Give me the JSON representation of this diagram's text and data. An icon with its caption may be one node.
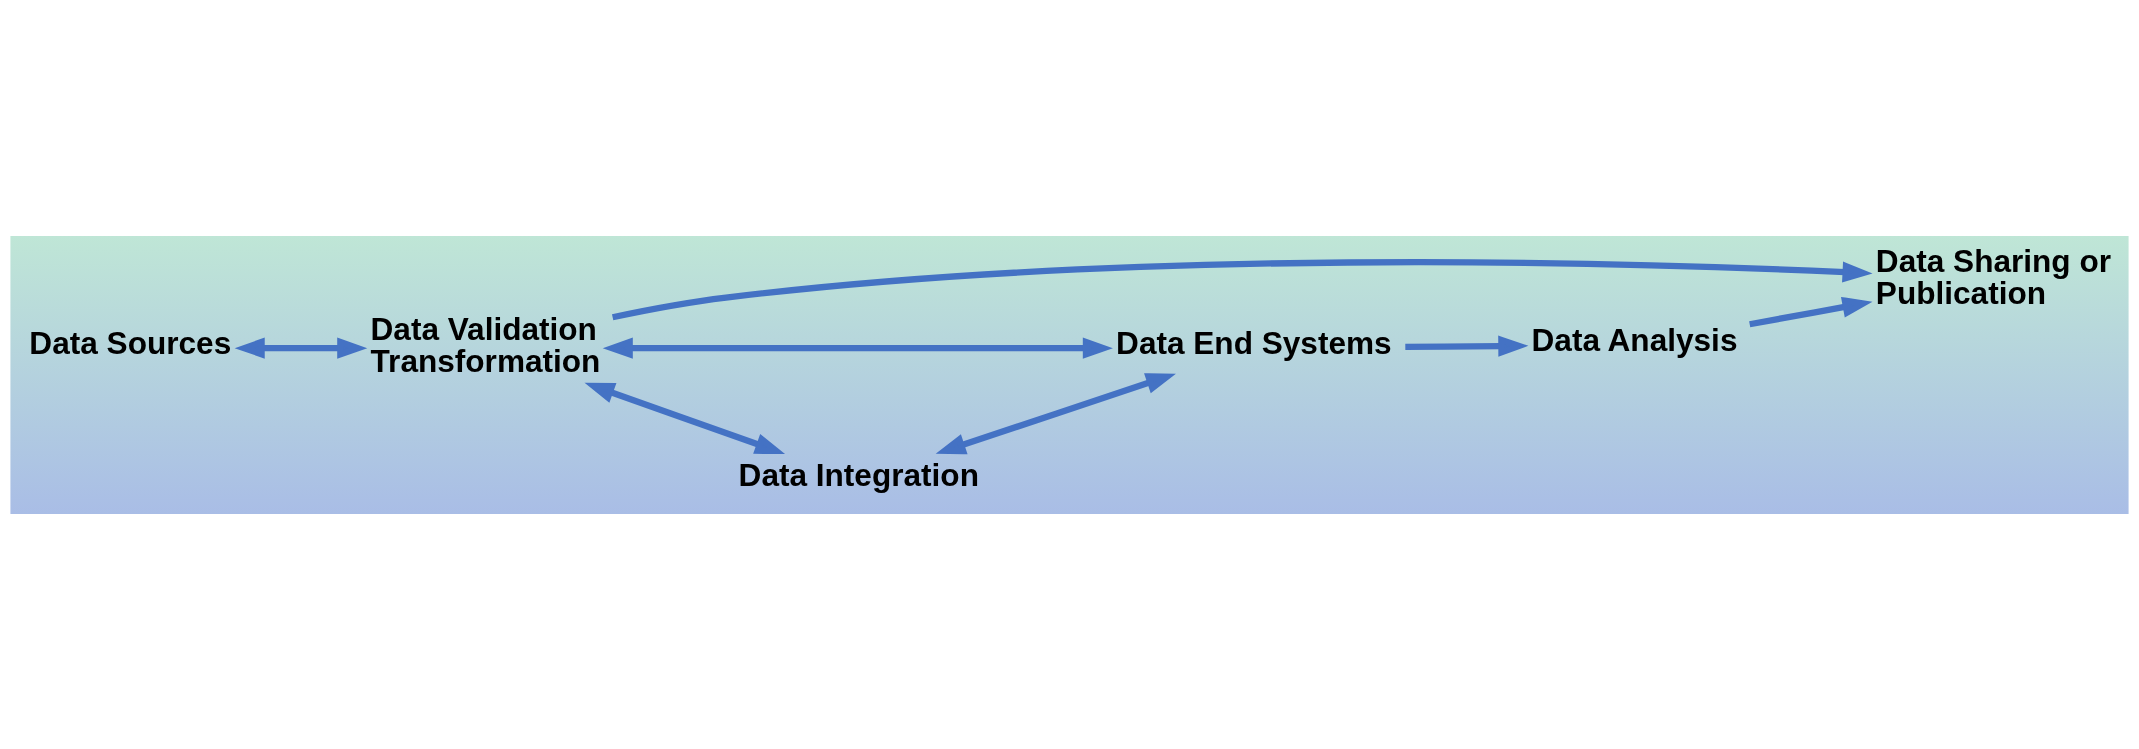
{
  "diagram": {
    "nodes": [
      {
        "text": [
          "Data Sources"
        ]
      },
      {
        "text": [
          "Data Sharing or Publication"
        ]
      },
      {
        "text": [
          "Data Validation Transformation"
        ]
      },
      {
        "text": [
          "Data End Systems"
        ]
      },
      {
        "text": [
          "Data Integration"
        ]
      },
      {
        "text": [
          "Data Analysis"
        ]
      }
    ],
    "edges": [
      {
        "from": 0,
        "to": 2,
        "arrow": "both"
      },
      {
        "from": 2,
        "to": 1,
        "arrow": "to"
      },
      {
        "from": 2,
        "to": 3,
        "arrow": "both"
      },
      {
        "from": 2,
        "to": 4,
        "arrow": "both"
      },
      {
        "from": 4,
        "to": 3,
        "arrow": "both"
      },
      {
        "from": 3,
        "to": 5,
        "arrow": "to"
      },
      {
        "from": 5,
        "to": 1,
        "arrow": "to"
      }
    ]
  }
}
